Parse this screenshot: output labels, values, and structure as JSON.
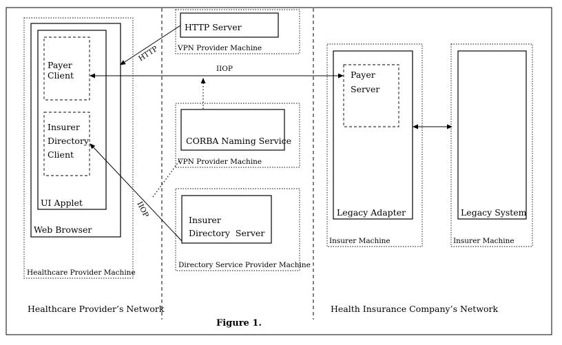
{
  "diagram": {
    "caption": "Figure 1.",
    "networks": {
      "left": "Healthcare Provider’s Network",
      "right": "Health Insurance Company’s Network"
    },
    "nodes": {
      "healthcare_machine": "Healthcare Provider Machine",
      "web_browser": "Web Browser",
      "ui_applet": "UI Applet",
      "payer_client_1": "Payer",
      "payer_client_2": "Client",
      "insurer_dir_client_1": "Insurer",
      "insurer_dir_client_2": "Directory",
      "insurer_dir_client_3": "Client",
      "http_server": "HTTP Server",
      "vpn_machine_top": "VPN Provider Machine",
      "corba_naming": "CORBA Naming Service",
      "vpn_machine_mid": "VPN Provider Machine",
      "insurer_dir_server_1": "Insurer",
      "insurer_dir_server_2": "Directory  Server",
      "dir_service_machine": "Directory Service Provider Machine",
      "payer_server_1": "Payer",
      "payer_server_2": "Server",
      "legacy_adapter": "Legacy Adapter",
      "insurer_machine_1": "Insurer Machine",
      "legacy_system": "Legacy System",
      "insurer_machine_2": "Insurer Machine"
    },
    "edges": {
      "http": "HTTP",
      "iiop_main": "IIOP",
      "iiop_dir": "IIOP"
    }
  }
}
